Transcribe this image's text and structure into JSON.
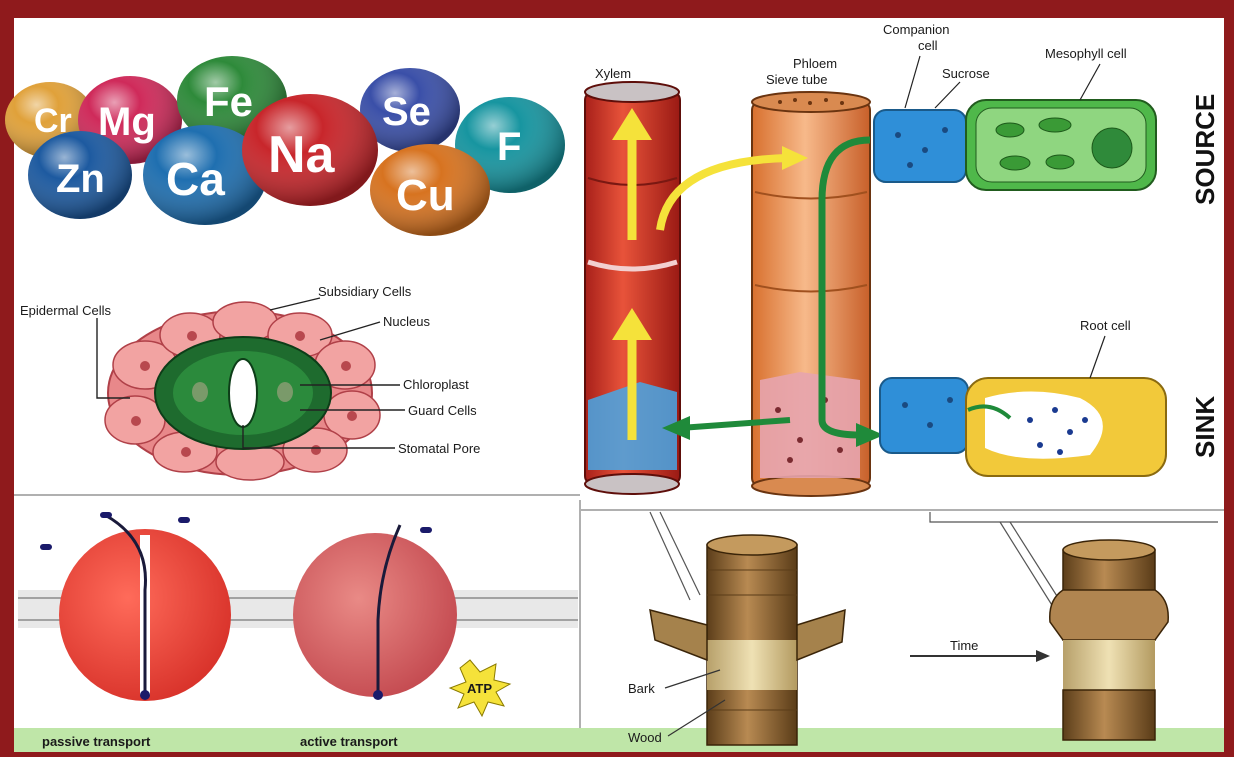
{
  "minerals": {
    "elements": [
      "Cr",
      "Mg",
      "Fe",
      "Se",
      "Zn",
      "Ca",
      "Na",
      "F",
      "Cu"
    ],
    "colors": {
      "Cr": "#e0a13a",
      "Mg": "#cf2a5a",
      "Fe": "#2e8a3a",
      "Se": "#3a4fa8",
      "Zn": "#1d5aa0",
      "Ca": "#1f6fb0",
      "Na": "#c8262b",
      "F": "#1795a0",
      "Cu": "#d77320"
    }
  },
  "stomata": {
    "labels": {
      "epidermal": "Epidermal Cells",
      "subsidiary": "Subsidiary Cells",
      "nucleus": "Nucleus",
      "chloroplast": "Chloroplast",
      "guard": "Guard Cells",
      "pore": "Stomatal Pore"
    }
  },
  "transport": {
    "xylem": "Xylem",
    "phloem": "Phloem\nSieve tube",
    "companion": "Companion\ncell",
    "sucrose": "Sucrose",
    "mesophyll": "Mesophyll cell",
    "root_cell": "Root cell",
    "source": "SOURCE",
    "sink": "SINK"
  },
  "membrane": {
    "passive": "passive transport",
    "active": "active transport",
    "atp": "ATP"
  },
  "girdling": {
    "bark": "Bark",
    "wood": "Wood",
    "time": "Time"
  },
  "colors": {
    "frame": "#8f1a1c",
    "panel_bg": "#ffffff",
    "xylem_red": "#e0402a",
    "phloem_orange": "#f3a36a",
    "arrow_yellow": "#f5e23a",
    "arrow_green": "#1f8a3a",
    "cell_blue": "#2f8fd8",
    "mesophyll_green": "#4fb84a",
    "root_yellow": "#f2c93a",
    "wood_brown": "#9b7341",
    "bottom_bar": "#bfe6a8"
  }
}
